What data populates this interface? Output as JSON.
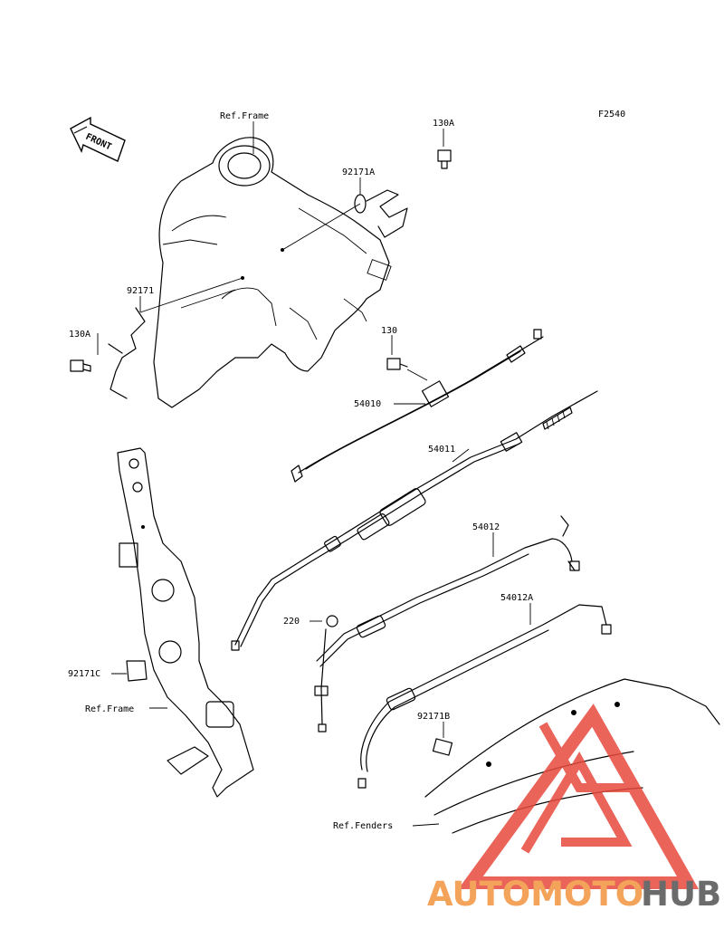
{
  "figure_code": "F2540",
  "front_arrow": "FRONT",
  "labels": {
    "ref_frame_top": "Ref.Frame",
    "ref_frame_bottom": "Ref.Frame",
    "ref_fenders": "Ref.Fenders",
    "p130A_top": "130A",
    "p130A_left": "130A",
    "p130": "130",
    "p92171A": "92171A",
    "p92171": "92171",
    "p92171B": "92171B",
    "p92171C": "92171C",
    "p54010": "54010",
    "p54011": "54011",
    "p54012": "54012",
    "p54012A": "54012A",
    "p220": "220"
  },
  "watermark": {
    "part1": "AUTOMOTO",
    "part2": "HUB",
    "color_primary": "#f3a35a",
    "color_secondary": "#6b6b6b",
    "triangle_color": "#e84a3e"
  }
}
